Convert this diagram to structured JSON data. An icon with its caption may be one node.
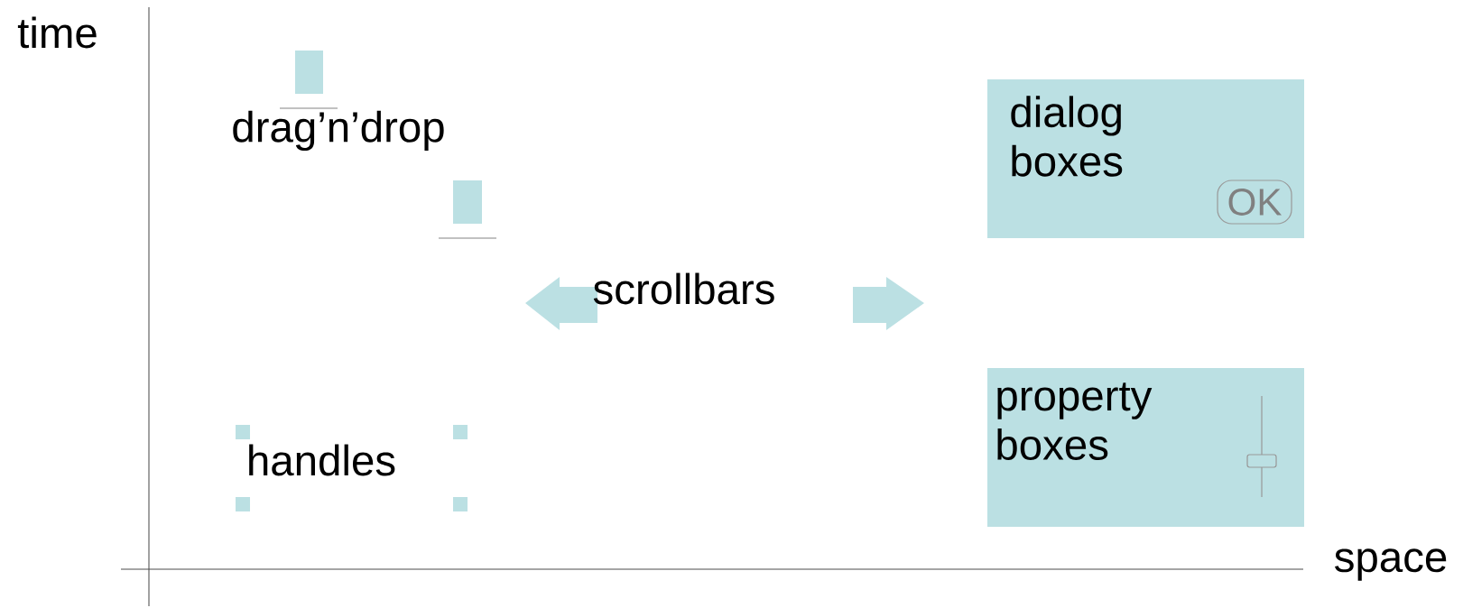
{
  "diagram": {
    "nodes": [
      {
        "text": [
          "dialog boxes"
        ]
      },
      {
        "text": [
          "OK"
        ],
        "in": 0
      },
      {
        "text": [
          "property boxes"
        ]
      }
    ],
    "labels": [
      "time",
      "drag’n’drop",
      "scrollbars",
      "handles",
      "space"
    ]
  }
}
